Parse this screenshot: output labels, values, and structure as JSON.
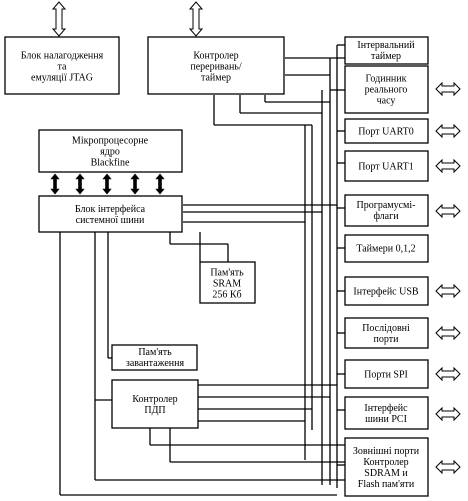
{
  "blocks": {
    "jtag": {
      "lines": [
        "Блок налагодження",
        "та",
        "емуляції JTAG"
      ]
    },
    "irq": {
      "lines": [
        "Контролер",
        "переривань/",
        "таймер"
      ]
    },
    "core": {
      "lines": [
        "Мікропроцесорне",
        "ядро",
        "Blackfine"
      ]
    },
    "bus": {
      "lines": [
        "Блок інтерфейса",
        "системної шини"
      ]
    },
    "sram": {
      "lines": [
        "Пам'ять",
        "SRAM",
        "256 Кб"
      ]
    },
    "boot": {
      "lines": [
        "Пам'ять",
        "завантаження"
      ]
    },
    "dma": {
      "lines": [
        "Контролер",
        "ПДП"
      ]
    },
    "itimer": {
      "lines": [
        "Інтервальний",
        "таймер"
      ]
    },
    "rtc": {
      "lines": [
        "Годинник",
        "реального",
        "часу"
      ]
    },
    "uart0": {
      "lines": [
        "Порт UART0"
      ]
    },
    "uart1": {
      "lines": [
        "Порт UART1"
      ]
    },
    "flags": {
      "lines": [
        "Програмусмі-",
        "флаги"
      ]
    },
    "timers": {
      "lines": [
        "Таймери 0,1,2"
      ]
    },
    "usb": {
      "lines": [
        "Інтерфейс USB"
      ]
    },
    "serial": {
      "lines": [
        "Послідовні",
        "порти"
      ]
    },
    "spi": {
      "lines": [
        "Порти SPI"
      ]
    },
    "pci": {
      "lines": [
        "Інтерфейс",
        "шини PCI"
      ]
    },
    "ext": {
      "lines": [
        "Зовнішні порти",
        "Контролер",
        "SDRAM    и",
        "Flash пам'яти"
      ]
    }
  }
}
